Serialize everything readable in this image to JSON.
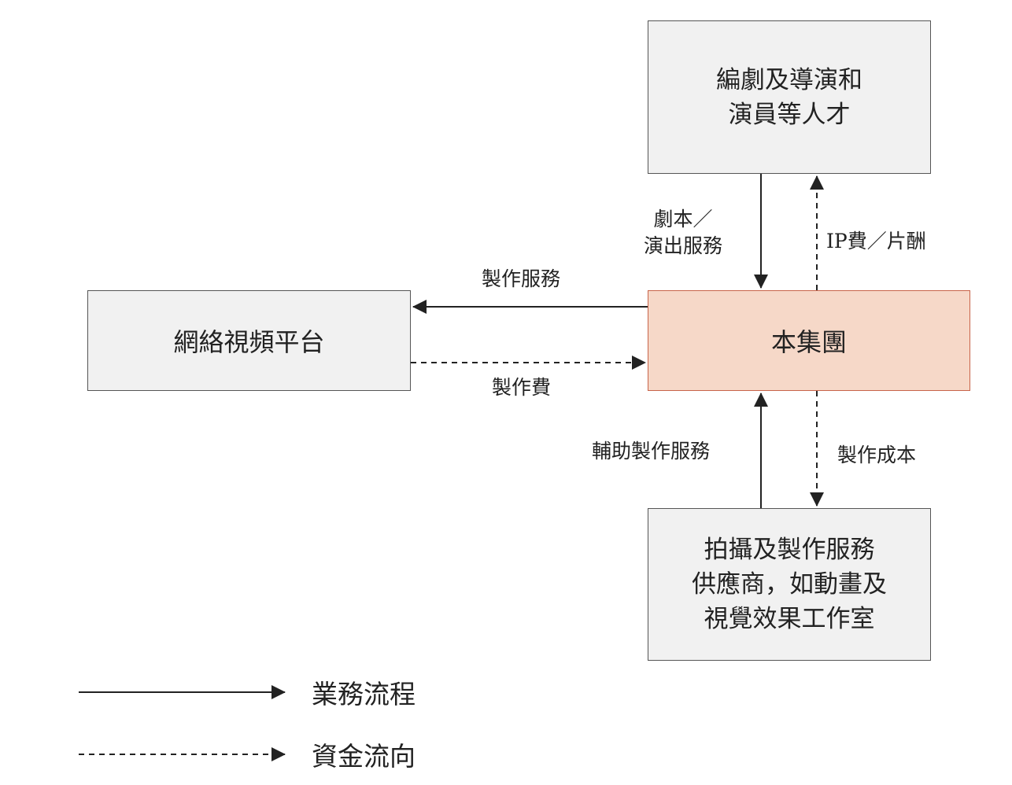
{
  "nodes": {
    "talent": "編劇及導演和\n演員等人才",
    "platform": "網絡視頻平台",
    "group": "本集團",
    "supplier": "拍攝及製作服務\n供應商，如動畫及\n視覺效果工作室"
  },
  "edges": {
    "script_service": "劇本／\n演出服務",
    "ip_fee": "IP費／片酬",
    "production_service": "製作服務",
    "production_fee": "製作費",
    "aux_service": "輔助製作服務",
    "production_cost": "製作成本"
  },
  "legend": {
    "business_flow": "業務流程",
    "fund_flow": "資金流向"
  },
  "colors": {
    "group_fill": "#f6d8c8",
    "group_border": "#c8644a",
    "box_fill": "#f1f1f1",
    "line": "#222222"
  }
}
